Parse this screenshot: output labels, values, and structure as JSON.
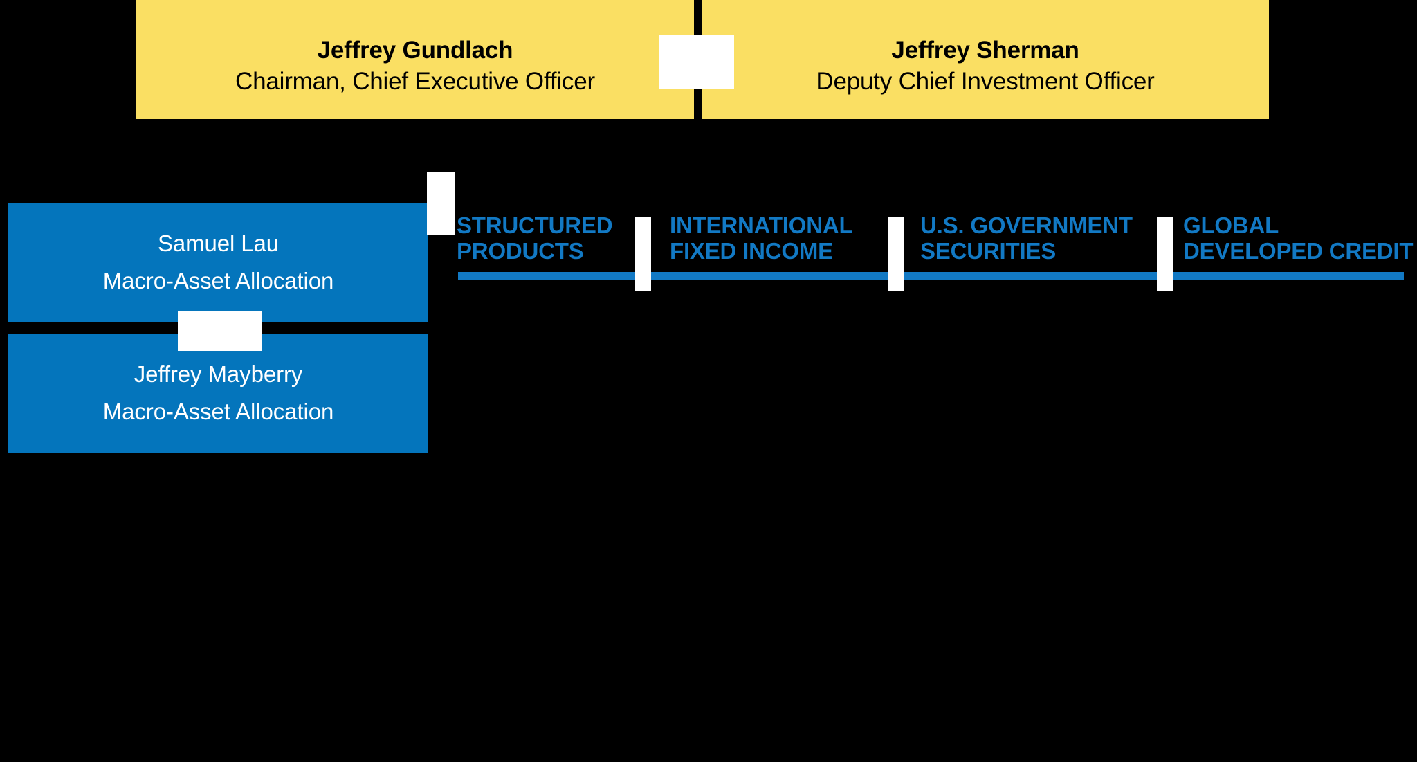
{
  "colors": {
    "background": "#000000",
    "executive_box": "#FADF63",
    "team_box": "#0475BC",
    "category_text": "#1279C4",
    "category_rule": "#1279C4",
    "executive_text": "#000000",
    "team_text": "#FFFFFF",
    "connector": "#FFFFFF"
  },
  "executives": [
    {
      "id": "gundlach",
      "name": "Jeffrey Gundlach",
      "title": "Chairman, Chief Executive Officer"
    },
    {
      "id": "sherman",
      "name": "Jeffrey Sherman",
      "title": "Deputy Chief Investment Officer"
    }
  ],
  "teams": [
    {
      "id": "lau",
      "name": "Samuel Lau",
      "role": "Macro-Asset Allocation"
    },
    {
      "id": "mayberry",
      "name": "Jeffrey Mayberry",
      "role": "Macro-Asset Allocation"
    }
  ],
  "categories": [
    {
      "id": "structured",
      "label": "STRUCTURED\nPRODUCTS"
    },
    {
      "id": "international",
      "label": "INTERNATIONAL\nFIXED INCOME"
    },
    {
      "id": "usgov",
      "label": "U.S. GOVERNMENT\nSECURITIES"
    },
    {
      "id": "globalcredit",
      "label": "GLOBAL\nDEVELOPED CREDIT"
    }
  ]
}
